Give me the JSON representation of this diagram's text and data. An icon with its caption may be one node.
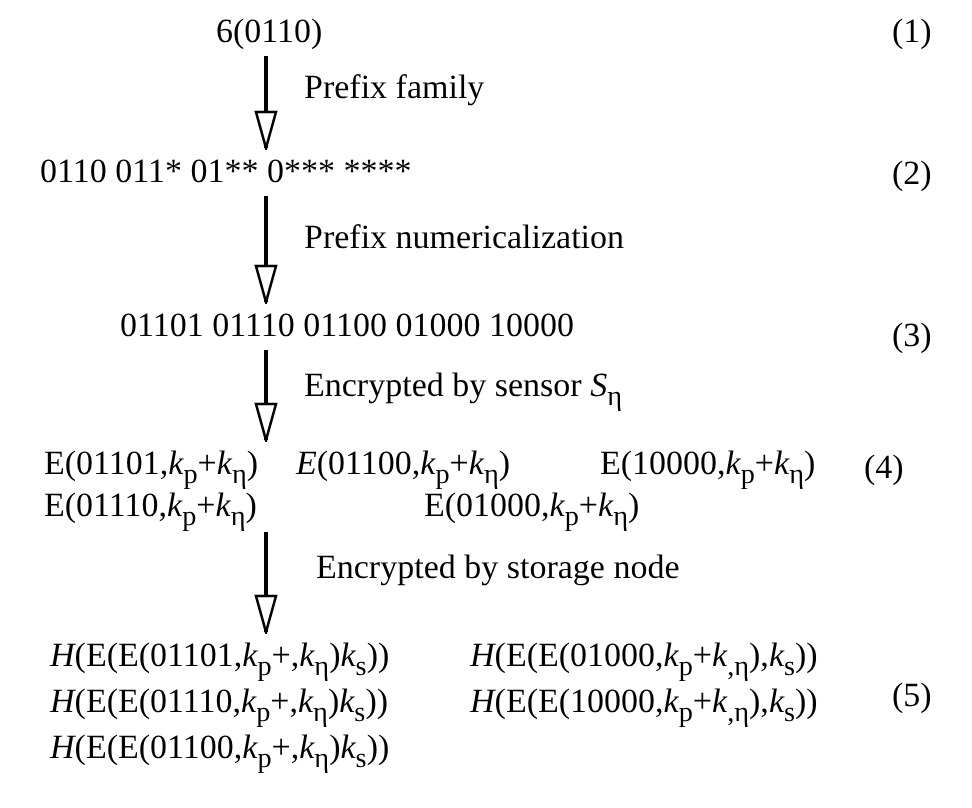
{
  "diagram": {
    "nodes": [
      {
        "text": [
          "6(0110)"
        ]
      },
      {
        "text": [
          "0110 011* 01** 0*** ****"
        ]
      },
      {
        "text": [
          "01101 01110 01100 01000 10000"
        ]
      },
      {
        "text": [
          "E(01101,*k*$_{p}$+*k*$_{η}$)",
          "*E*(01100,*k*$_{p}$+*k*$_{η}$)",
          "E(10000,*k*$_{p}$+*k*$_{η}$)",
          "E(01110,*k*$_{p}$+*k*$_{η}$)",
          "E(01000,*k*$_{p}$+*k*$_{η}$)"
        ]
      },
      {
        "text": [
          "*H*(E(E(01101,*k*$_{p}$+,*k*$_{η}$)*k*$_{s}$))",
          "*H*(E(E(01000,*k*$_{p}$+*k*$_{,η}$),*k*$_{s}$))",
          "*H*(E(E(01110,*k*$_{p}$+,*k*$_{η}$)*k*$_{s}$))",
          "*H*(E(E(10000,*k*$_{p}$+*k*$_{,η}$),*k*$_{s}$))",
          "*H*(E(E(01100,*k*$_{p}$+,*k*$_{η}$)*k*$_{s}$))"
        ]
      }
    ],
    "edges": [
      {
        "from": 0,
        "to": 1,
        "arrow": "to",
        "label": "Prefix family"
      },
      {
        "from": 1,
        "to": 2,
        "arrow": "to",
        "label": "Prefix numericalization"
      },
      {
        "from": 2,
        "to": 3,
        "arrow": "to",
        "label": "Encrypted by sensor *S*$_{η}$"
      },
      {
        "from": 3,
        "to": 4,
        "arrow": "to",
        "label": "Encrypted by storage node"
      }
    ],
    "labels": [
      "(1)",
      "(2)",
      "(3)",
      "(4)",
      "(5)"
    ]
  }
}
